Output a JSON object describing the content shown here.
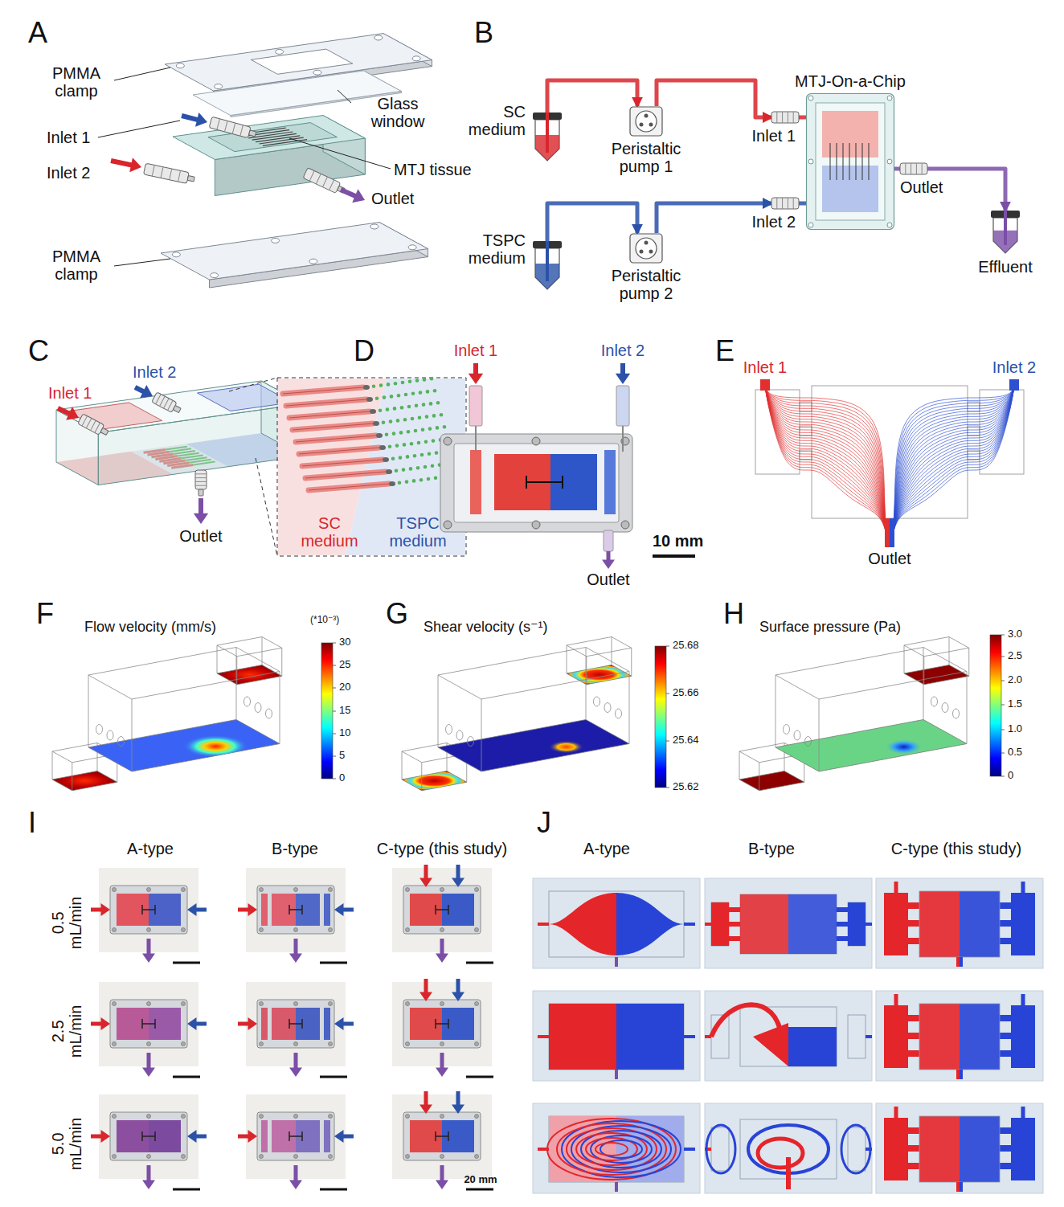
{
  "diagram": {
    "nodes": [
      {
        "text": [
          "SC medium"
        ]
      },
      {
        "text": [
          "Peristaltic pump 1"
        ]
      },
      {
        "text": [
          "Inlet 1"
        ]
      },
      {
        "text": [
          "MTJ-On-a-Chip"
        ]
      },
      {
        "text": [
          "Outlet"
        ]
      },
      {
        "text": [
          "Effluent"
        ]
      },
      {
        "text": [
          "TSPC medium"
        ]
      },
      {
        "text": [
          "Peristaltic pump 2"
        ]
      },
      {
        "text": [
          "Inlet 2"
        ]
      }
    ],
    "edges": [
      {
        "from": 0,
        "to": 1,
        "arrow": "to"
      },
      {
        "from": 1,
        "to": 2,
        "arrow": "to"
      },
      {
        "from": 2,
        "to": 3,
        "arrow": "none"
      },
      {
        "from": 6,
        "to": 7,
        "arrow": "to"
      },
      {
        "from": 7,
        "to": 8,
        "arrow": "to"
      },
      {
        "from": 8,
        "to": 3,
        "arrow": "none"
      },
      {
        "from": 3,
        "to": 4,
        "arrow": "none"
      },
      {
        "from": 4,
        "to": 5,
        "arrow": "to"
      }
    ],
    "labels": [
      "A",
      "PMMA clamp",
      "Glass window",
      "Inlet 1",
      "Inlet 2",
      "MTJ tissue",
      "Outlet",
      "PMMA clamp",
      "B",
      "C",
      "Inlet 1",
      "Inlet 2",
      "Outlet",
      "SC medium",
      "TSPC medium",
      "D",
      "Inlet 1",
      "Inlet 2",
      "Outlet",
      "10 mm",
      "E",
      "Inlet 1",
      "Inlet 2",
      "Outlet",
      "F",
      "Flow velocity (mm/s)",
      "(*10⁻³)",
      "30",
      "25",
      "20",
      "15",
      "10",
      "5",
      "0",
      "G",
      "Shear velocity (s⁻¹)",
      "25.68",
      "25.66",
      "25.64",
      "25.62",
      "H",
      "Surface pressure (Pa)",
      "3.0",
      "2.5",
      "2.0",
      "1.5",
      "1.0",
      "0.5",
      "0",
      "I",
      "A-type",
      "B-type",
      "C-type (this study)",
      "0.5 mL/min",
      "2.5 mL/min",
      "5.0 mL/min",
      "20 mm",
      "J",
      "A-type",
      "B-type",
      "C-type (this study)"
    ]
  }
}
